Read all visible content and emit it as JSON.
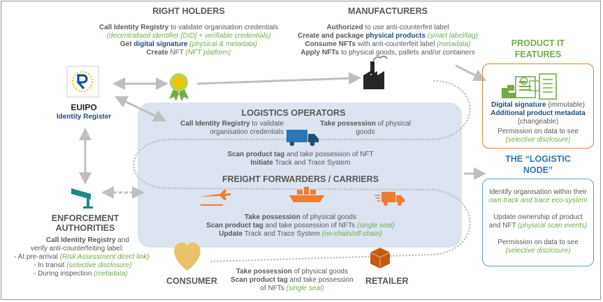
{
  "right_holders": {
    "title": "RIGHT HOLDERS",
    "l1_bold": "Call Identity Registry",
    "l1_rest": " to validate organisation credentials",
    "l2": "(decentralised identifier [DID] + verifiable credentials)",
    "l3_bold": "Get ",
    "l3_blue": "digital signature",
    "l3_green": " (physical & metadata)",
    "l4_bold": "Create",
    "l4_rest": " NFT ",
    "l4_green": "(NFT platform)"
  },
  "manufacturers": {
    "title": "MANUFACTURERS",
    "l1_bold": "Authorized",
    "l1_rest": " to use anti-counterfeit label",
    "l2_bold": "Create and package ",
    "l2_blue": "physical products",
    "l2_green": " (smart label/tag)",
    "l3_bold": "Consume NFTs",
    "l3_rest": " with anti-counterfeit label ",
    "l3_green": "(metadata)",
    "l4_bold": "Apply NFTs",
    "l4_rest": " to physical goods, pallets and/or containers"
  },
  "euipo": {
    "title": "EUIPO",
    "subtitle": "Identity Register"
  },
  "logistics": {
    "title": "LOGISTICS OPERATORS",
    "left_bold": "Call Identity Registry",
    "left_rest": " to validate",
    "left_l2": "organisation credentials",
    "right_bold": "Take possession",
    "right_rest": " of physical",
    "right_l2": "goods",
    "scan_bold": "Scan product tag",
    "scan_rest": " and take possession of NFT",
    "init_bold": "Initiate",
    "init_rest": " Track and Trace System"
  },
  "freight": {
    "title": "FREIGHT FORWARDERS / CARRIERS",
    "l1_bold": "Take possession",
    "l1_rest": " of physical goods",
    "l2_bold": "Scan product tag",
    "l2_rest": " and take possession of NFTs ",
    "l2_green": "(single seal)",
    "l3_bold": "Update",
    "l3_rest": " Track and Trace System ",
    "l3_green": "(on-chain/off-chain)"
  },
  "enforcement": {
    "title_l1": "ENFORCEMENT",
    "title_l2": "AUTHORITIES",
    "l1_bold": "Call Identity Registry",
    "l1_rest": " and",
    "l2": "verify anti-counterfeiting label:",
    "l3_pre": "-  At pre-arrival ",
    "l3_green": "(Risk Assessment direct link)",
    "l4_pre": "-  In transit ",
    "l4_green": "(selective disclosure)",
    "l5_pre": "-  During inspection ",
    "l5_green": "(metadata)"
  },
  "consumer": {
    "title": "CONSUMER"
  },
  "retailer": {
    "title": "RETAILER",
    "l1_bold": "Take possession",
    "l1_rest": " of physical goods",
    "l2_bold": "Scan product tag",
    "l2_rest": " and take possession",
    "l3_pre": "of NFTs ",
    "l3_green": "(single seal)"
  },
  "product_features": {
    "title_l1": "PRODUCT IT",
    "title_l2": "FEATURES",
    "l1": "Digital signature",
    "l1_rest": " (immutable)",
    "l2": "Additional product metadata",
    "l3": "(changeable)",
    "l4": "Permission on data to see",
    "l5": "(selective disclosure)"
  },
  "logistic_node": {
    "title_l1": "THE “LOGISTIC",
    "title_l2": "NODE”",
    "l1": "Identify organisation within their",
    "l2": "own track and trace eco-system",
    "l3": "Update ownership of product",
    "l4_pre": "and NFT ",
    "l4_green": "(physical scan events)",
    "l5": "Permission on data to see",
    "l6": "(selective disclosure)"
  },
  "colors": {
    "accent_green": "#70ad47",
    "accent_blue": "#2e75b6",
    "navy": "#1f4e79",
    "orange": "#ed7d31",
    "panel": "#dbe4f0",
    "gray_text": "#595959"
  }
}
